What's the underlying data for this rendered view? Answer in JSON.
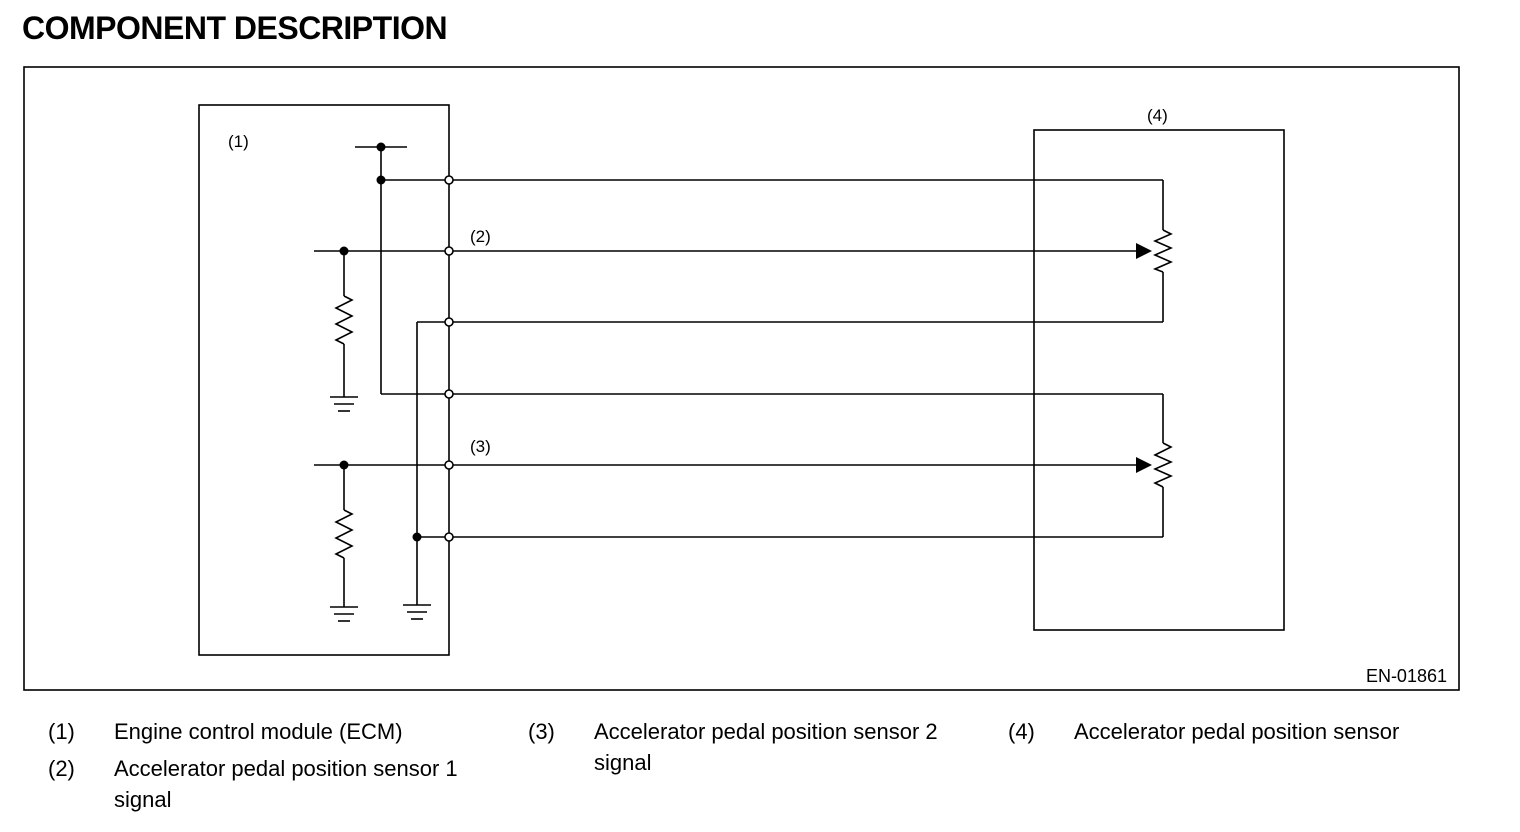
{
  "title": "COMPONENT DESCRIPTION",
  "diagram": {
    "labels": {
      "ecm": "(1)",
      "signal1": "(2)",
      "signal2": "(3)",
      "sensor": "(4)"
    },
    "figure_id": "EN-01861"
  },
  "legend": [
    {
      "num": "(1)",
      "text": "Engine control module (ECM)"
    },
    {
      "num": "(2)",
      "text": "Accelerator pedal position sensor 1 signal"
    },
    {
      "num": "(3)",
      "text": "Accelerator pedal position sensor 2 signal"
    },
    {
      "num": "(4)",
      "text": "Accelerator pedal position sensor"
    }
  ]
}
